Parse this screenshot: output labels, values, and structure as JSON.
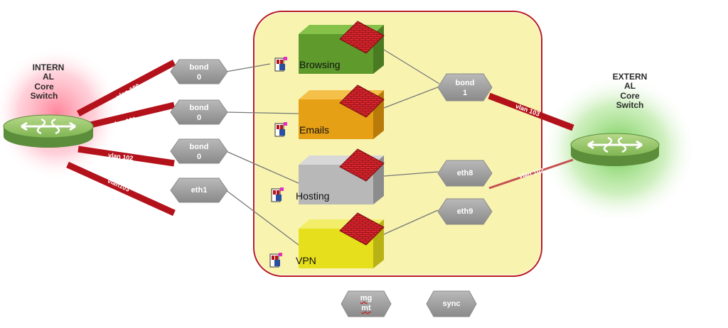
{
  "internal": {
    "title_line1": "INTERN",
    "title_line2": "AL",
    "subtitle_line1": "Core",
    "subtitle_line2": "Switch"
  },
  "external": {
    "title_line1": "EXTERN",
    "title_line2": "AL",
    "subtitle_line1": "Core",
    "subtitle_line2": "Switch"
  },
  "interfaces": [
    {
      "line1": "bond",
      "line2": "0"
    },
    {
      "line1": "bond",
      "line2": "0"
    },
    {
      "line1": "bond",
      "line2": "0"
    },
    {
      "line1": "eth1",
      "line2": ""
    },
    {
      "line1": "bond",
      "line2": "1"
    },
    {
      "line1": "eth8",
      "line2": ""
    },
    {
      "line1": "eth9",
      "line2": ""
    },
    {
      "line1": "mg",
      "line2": "mt"
    },
    {
      "line1": "sync",
      "line2": ""
    }
  ],
  "virtual_systems": [
    {
      "name": "Browsing",
      "color": "#5e9a2c"
    },
    {
      "name": "Emails",
      "color": "#e6a016"
    },
    {
      "name": "Hosting",
      "color": "#b8b8b8"
    },
    {
      "name": "VPN",
      "color": "#e6df1c"
    }
  ],
  "vlans_internal": [
    "vlan 100",
    "vlan 101",
    "vlan 102",
    "vlan103"
  ],
  "vlans_external": [
    "vlan 103",
    "vlan 102"
  ],
  "colors": {
    "container_fill": "#f8f4b0",
    "container_border": "#b81c1c",
    "vlan_red": "#b3121b",
    "internal_glow": "#ff8da0",
    "external_glow": "#6ed04a",
    "node_gray": "#9a9a9a"
  }
}
